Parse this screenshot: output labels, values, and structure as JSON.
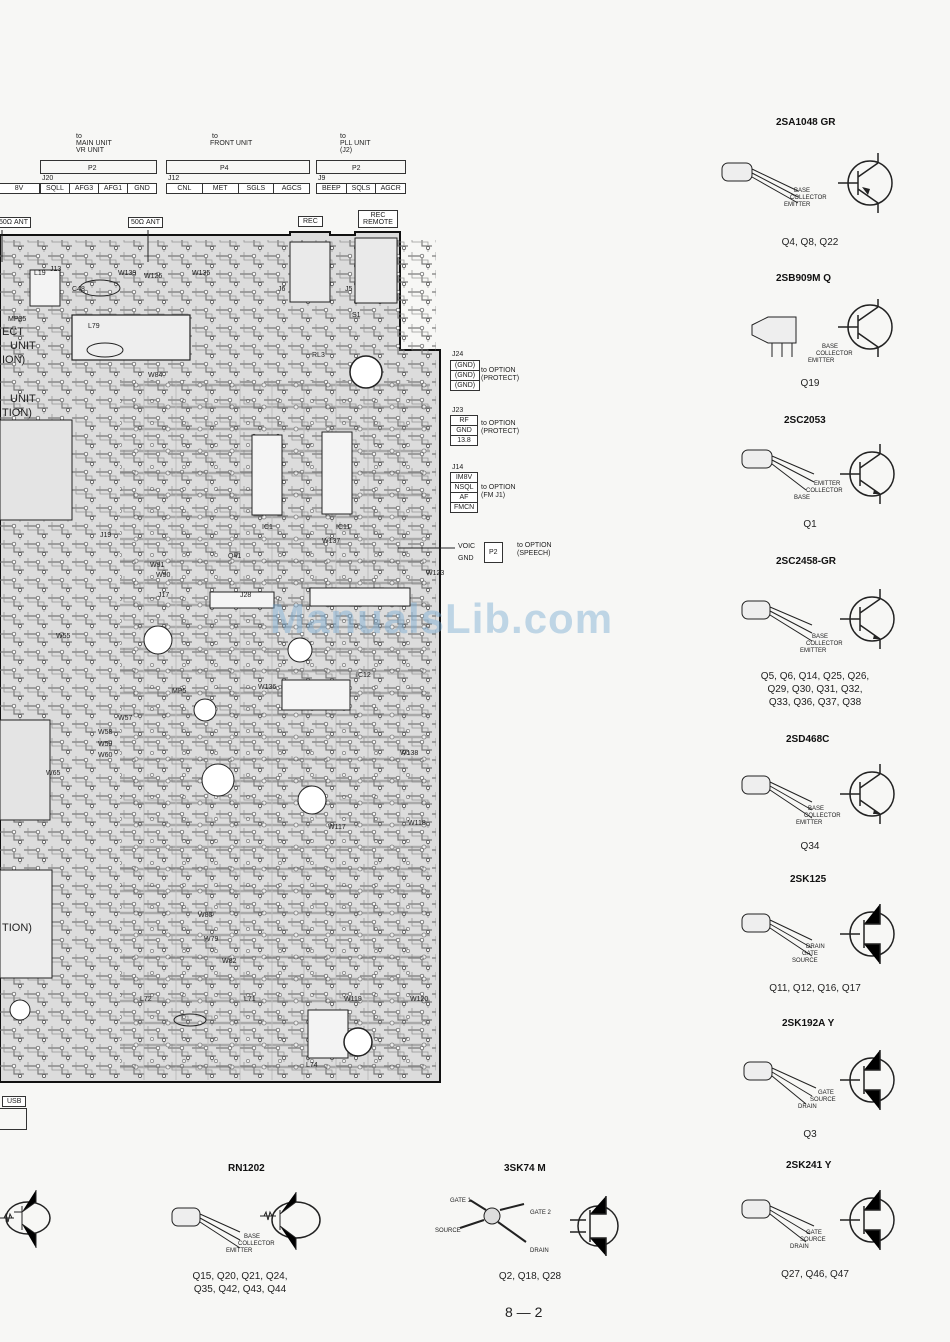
{
  "connectors": {
    "main_unit": {
      "to": "to",
      "name": "MAIN UNIT",
      "sub": "VR UNIT",
      "plug": "P2",
      "jack": "J20",
      "pins": [
        "SQLL",
        "AFG3",
        "AFG1",
        "GND"
      ]
    },
    "front_unit": {
      "to": "to",
      "name": "FRONT UNIT",
      "plug": "P4",
      "jack": "J12",
      "pins": [
        "CNL",
        "MET",
        "SGLS",
        "AGCS"
      ]
    },
    "pll_unit": {
      "to": "to",
      "name": "PLL UNIT",
      "sub": "(J2)",
      "plug": "P2",
      "jack": "J9",
      "pins": [
        "BEEP",
        "SQLS",
        "AGCR"
      ]
    },
    "left_partial": [
      "8V"
    ],
    "ant_left": "50Ω ANT",
    "ant_center": "50Ω ANT",
    "rec": "REC",
    "rec_remote": "REC REMOTE",
    "usb": "USB"
  },
  "option_jacks": {
    "j24": {
      "label": "J24",
      "pins": [
        "(GND)",
        "(GND)",
        "(GND)"
      ],
      "dest": "to OPTION (PROTECT)"
    },
    "j23": {
      "label": "J23",
      "pins": [
        "RF",
        "GND",
        "13.8"
      ],
      "dest": "to OPTION (PROTECT)"
    },
    "j14": {
      "label": "J14",
      "pins": [
        "IM8V",
        "NSQL",
        "AF",
        "FMCN"
      ],
      "dest": "to OPTION (FM J1)"
    },
    "p2": {
      "pins": [
        "VOIC",
        "GND"
      ],
      "label": "P2",
      "dest": "to OPTION (SPEECH)"
    }
  },
  "board_labels": [
    "ECT",
    "UNIT",
    "ION)",
    "UNIT",
    "TION)",
    "TION)",
    "L19",
    "J13",
    "C48",
    "W139",
    "W126",
    "W135",
    "MP25",
    "L79",
    "J6",
    "J5",
    "RL3",
    "S1",
    "J19",
    "J17",
    "J28",
    "IC1",
    "IC11",
    "IC12",
    "L71",
    "L72",
    "L74",
    "MP5",
    "Q41",
    "W84",
    "W91",
    "W90",
    "W60",
    "W59",
    "W58",
    "W57",
    "W55",
    "W65",
    "W80",
    "W79",
    "W82",
    "W117",
    "W118",
    "W119",
    "W120",
    "W123",
    "W138",
    "W136",
    "W137"
  ],
  "transistors": [
    {
      "part": "2SA1048 GR",
      "type": "pnp",
      "pins": [
        "BASE",
        "COLLECTOR",
        "EMITTER"
      ],
      "refs": [
        "Q4, Q8, Q22"
      ]
    },
    {
      "part": "2SB909M Q",
      "type": "pnp",
      "pins": [
        "BASE",
        "COLLECTOR",
        "EMITTER"
      ],
      "refs": [
        "Q19"
      ]
    },
    {
      "part": "2SC2053",
      "type": "npn",
      "pins": [
        "EMITTER",
        "COLLECTOR",
        "BASE"
      ],
      "refs": [
        "Q1"
      ]
    },
    {
      "part": "2SC2458-GR",
      "type": "npn",
      "pins": [
        "BASE",
        "COLLECTOR",
        "EMITTER"
      ],
      "refs": [
        "Q5, Q6, Q14, Q25, Q26,",
        "Q29, Q30, Q31, Q32,",
        "Q33, Q36, Q37, Q38"
      ]
    },
    {
      "part": "2SD468C",
      "type": "npn",
      "pins": [
        "BASE",
        "COLLECTOR",
        "EMITTER"
      ],
      "refs": [
        "Q34"
      ]
    },
    {
      "part": "2SK125",
      "type": "fet",
      "pins": [
        "DRAIN",
        "GATE",
        "SOURCE"
      ],
      "refs": [
        "Q11, Q12, Q16, Q17"
      ]
    },
    {
      "part": "2SK192A Y",
      "type": "fet",
      "pins": [
        "GATE",
        "SOURCE",
        "DRAIN"
      ],
      "refs": [
        "Q3"
      ]
    },
    {
      "part": "2SK241 Y",
      "type": "fet",
      "pins": [
        "GATE",
        "SOURCE",
        "DRAIN"
      ],
      "refs": [
        "Q27, Q46, Q47"
      ]
    }
  ],
  "bottom_parts": {
    "rn1202": {
      "part": "RN1202",
      "pins": [
        "BASE",
        "COLLECTOR",
        "EMITTER"
      ],
      "refs": [
        "Q15, Q20, Q21, Q24,",
        "Q35, Q42, Q43, Q44"
      ]
    },
    "3sk74": {
      "part": "3SK74 M",
      "pins": [
        "GATE 1",
        "GATE 2",
        "SOURCE",
        "DRAIN"
      ],
      "refs": [
        "Q2, Q18, Q28"
      ]
    }
  },
  "watermark": "ManualsLib.com",
  "page_number": "8 — 2"
}
